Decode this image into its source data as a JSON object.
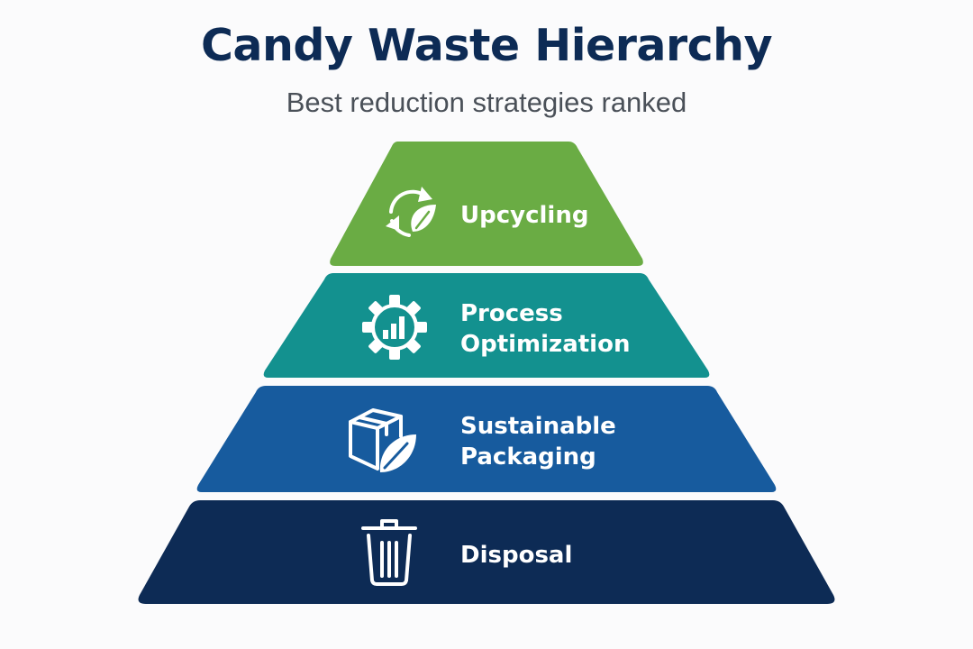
{
  "header": {
    "title": "Candy Waste Hierarchy",
    "subtitle": "Best reduction strategies ranked"
  },
  "tiers": [
    {
      "label_lines": [
        "Upcycling"
      ],
      "icon": "recycle-leaf-icon",
      "color": "#6aac44"
    },
    {
      "label_lines": [
        "Process",
        "Optimization"
      ],
      "icon": "gear-chart-icon",
      "color": "#13918f"
    },
    {
      "label_lines": [
        "Sustainable",
        "Packaging"
      ],
      "icon": "box-leaf-icon",
      "color": "#175b9e"
    },
    {
      "label_lines": [
        "Disposal"
      ],
      "icon": "trash-can-icon",
      "color": "#0d2b55"
    }
  ]
}
